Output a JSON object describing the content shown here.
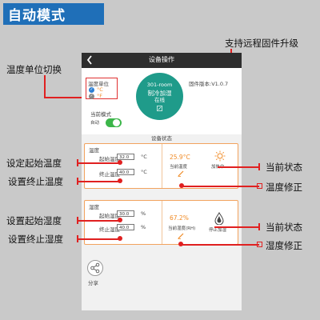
{
  "corner_title": "自动模式",
  "phone": {
    "title": "设备操作",
    "temp_unit_label": "温度单位",
    "unit_c": "°C",
    "unit_f": "°F",
    "mode_label": "当前模式",
    "mode_value": "自动",
    "mode_enabled": true,
    "status_line1": "301-room",
    "status_line2": "制冷加湿",
    "status_line3": "在线",
    "firmware": "固件版本:V1.0.7",
    "section_title": "设备状态",
    "temp_card": {
      "title": "温度",
      "start_label": "起始温度",
      "start_value": "32.0",
      "end_label": "终止温度",
      "end_value": "40.0",
      "unit": "°C",
      "current_value": "25.9°C",
      "current_label": "当前温度",
      "state_label": "加热中"
    },
    "humi_card": {
      "title": "湿度",
      "start_label": "起始湿度",
      "start_value": "30.0",
      "end_label": "终止湿度",
      "end_value": "40.0",
      "unit": "%",
      "current_value": "67.2%",
      "current_label": "当前湿度(RH)",
      "state_label": "停止加湿"
    },
    "share_label": "分享"
  },
  "annotations": {
    "firmware_upgrade": "支持远程固件升级",
    "unit_switch": "温度单位切换",
    "set_start_temp": "设定起始温度",
    "set_end_temp": "设置终止温度",
    "current_state_1": "当前状态",
    "temp_correction": "温度修正",
    "set_start_humi": "设置起始湿度",
    "set_end_humi": "设置终止湿度",
    "current_state_2": "当前状态",
    "humi_correction": "湿度修正"
  },
  "colors": {
    "accent_blue": "#1f6fb8",
    "status_teal": "#1f9b8a",
    "toggle_green": "#3cb64a",
    "card_border_orange": "#f2a35e",
    "annotation_red": "#e02020"
  }
}
